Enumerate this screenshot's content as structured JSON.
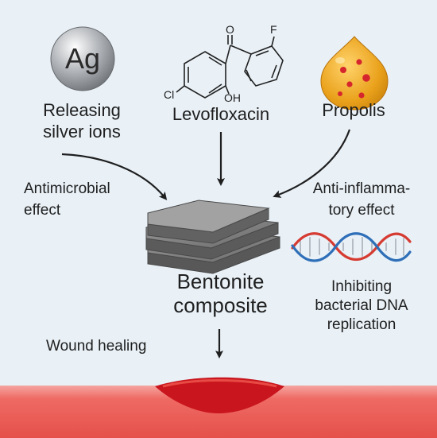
{
  "silver": {
    "symbol": "Ag",
    "label_line1": "Releasing",
    "label_line2": "silver ions"
  },
  "levofloxacin": {
    "label": "Levofloxacin",
    "atom_o": "O",
    "atom_f": "F",
    "atom_cl": "Cl",
    "atom_oh": "OH"
  },
  "propolis": {
    "label": "Propolis"
  },
  "effects": {
    "antimicrobial_line1": "Antimicrobial",
    "antimicrobial_line2": "effect",
    "anti_inflammatory_line1": "Anti-inflamma-",
    "anti_inflammatory_line2": "tory effect",
    "dna_line1": "Inhibiting",
    "dna_line2": "bacterial DNA",
    "dna_line3": "replication"
  },
  "composite": {
    "line1": "Bentonite",
    "line2": "composite"
  },
  "wound": {
    "label": "Wound healing"
  },
  "colors": {
    "background": "#e9f1f7",
    "skin": "#ee5a5a",
    "wound": "#c9151d",
    "propolis": "#e8a419",
    "dna_red": "#d63b32",
    "dna_blue": "#2f6fb8",
    "slab": "#7d7d7d"
  },
  "icons": [
    "silver-sphere-icon",
    "molecule-icon",
    "propolis-drop-icon",
    "bentonite-stack-icon",
    "dna-helix-icon",
    "arrow-icon"
  ]
}
